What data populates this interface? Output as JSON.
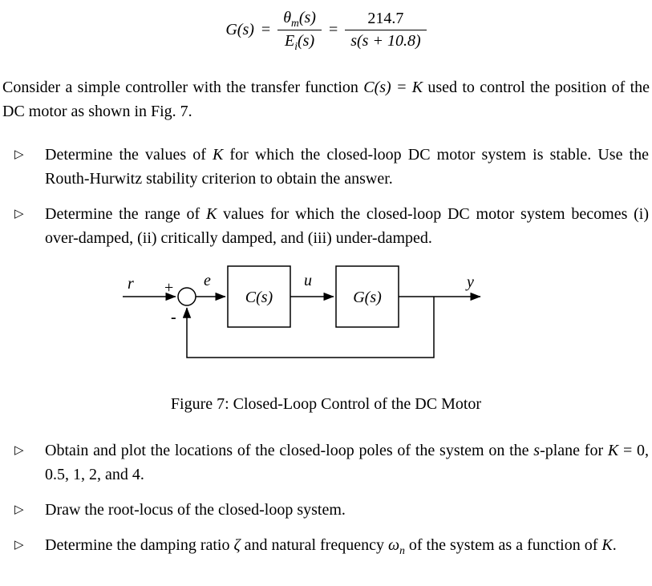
{
  "doc": {
    "equation": {
      "lhs": "G(s)",
      "equals1": "=",
      "frac1": {
        "num_base": "θ",
        "num_sub": "m",
        "num_args": "(s)",
        "den_base": "E",
        "den_sub": "i",
        "den_args": "(s)"
      },
      "equals2": "=",
      "frac2": {
        "num": "214.7",
        "den": "s(s + 10.8)"
      }
    },
    "intro": {
      "parts": [
        "Consider a simple controller with the transfer function ",
        "C(s) = K",
        " used to control the position of the DC motor as shown in Fig. 7."
      ]
    },
    "bullet_glyph": "▷",
    "bullets_top": [
      {
        "parts": [
          "Determine the values of ",
          "K",
          " for which the closed-loop DC motor system is stable. Use the Routh-Hurwitz stability criterion to obtain the answer."
        ]
      },
      {
        "parts": [
          "Determine the range of ",
          "K",
          " values for which the closed-loop DC motor system becomes (i) over-damped, (ii) critically damped, and (iii) under-damped."
        ]
      }
    ],
    "diagram": {
      "input_label": "r",
      "plus_sign": "+",
      "minus_sign": "-",
      "error_label": "e",
      "controller_label": "C(s)",
      "control_signal_label": "u",
      "plant_label": "G(s)",
      "output_label": "y"
    },
    "caption": "Figure 7: Closed-Loop Control of the DC Motor",
    "bullets_bottom": [
      {
        "parts": [
          "Obtain and plot the locations of the closed-loop poles of the system on the ",
          "s",
          "-plane for ",
          "K",
          " = 0, 0.5, 1, 2, and 4."
        ]
      },
      {
        "parts": [
          "Draw the root-locus of the closed-loop system."
        ]
      },
      {
        "parts": [
          "Determine the damping ratio ",
          "ζ",
          " and natural frequency ",
          "ω",
          "n",
          " of the system as a function of ",
          "K",
          "."
        ]
      }
    ]
  }
}
